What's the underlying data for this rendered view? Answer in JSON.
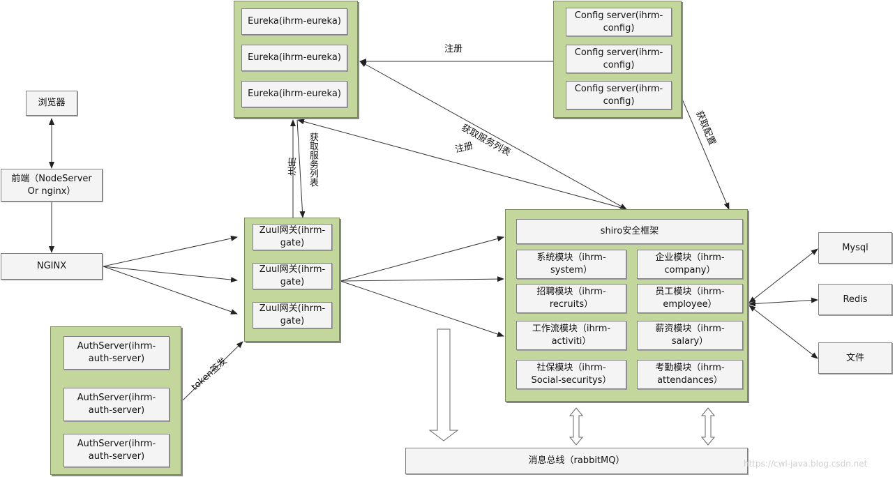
{
  "eureka": {
    "items": [
      "Eureka(ihrm-eureka)",
      "Eureka(ihrm-eureka)",
      "Eureka(ihrm-eureka)"
    ]
  },
  "config": {
    "items": [
      "Config server(ihrm-\nconfig)",
      "Config server(ihrm-\nconfig)",
      "Config server(ihrm-\nconfig)"
    ]
  },
  "browser": "浏览器",
  "frontend": "前端（NodeServer\nOr nginx）",
  "nginx": "NGINX",
  "zuul": {
    "items": [
      "Zuul网关(ihrm-\ngate)",
      "Zuul网关(ihrm-\ngate)",
      "Zuul网关(ihrm-\ngate)"
    ]
  },
  "auth": {
    "items": [
      "AuthServer(ihrm-\nauth-server)",
      "AuthServer(ihrm-\nauth-server)",
      "AuthServer(ihrm-\nauth-server)"
    ]
  },
  "services": {
    "shiro": "shiro安全框架",
    "modules": [
      "系统模块（ihrm-\nsystem）",
      "企业模块（ihrm-\ncompany）",
      "招聘模块（ihrm-\nrecruits）",
      "员工模块（ihrm-\nemployee）",
      "工作流模块（ihrm-\nactiviti）",
      "薪资模块（ihrm-\nsalary）",
      "社保模块（ihrm-\nSocial-securitys）",
      "考勤模块（ihrm-\nattendances）"
    ]
  },
  "storage": {
    "mysql": "Mysql",
    "redis": "Redis",
    "file": "文件"
  },
  "mq": "消息总线（rabbitMQ）",
  "labels": {
    "register_top": "注册",
    "get_services_diag": "获取服务列表",
    "register_mid": "注册",
    "get_config": "获取配置",
    "register_vert": "注册",
    "get_services_vert": "获取服务列表",
    "token": "token签发"
  },
  "watermark": "https://cwl-java.blog.csdn.net"
}
